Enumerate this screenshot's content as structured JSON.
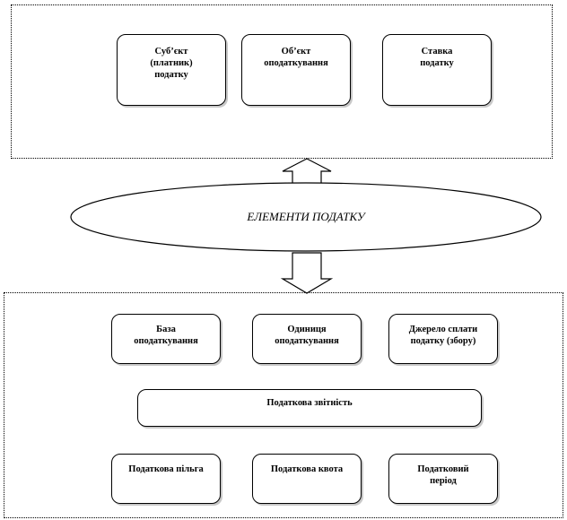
{
  "diagram": {
    "center_label": "ЕЛЕМЕНТИ ПОДАТКУ",
    "top_group": [
      {
        "label": "Суб’єкт\n(платник)\nподатку"
      },
      {
        "label": "Об’єкт\nоподаткування"
      },
      {
        "label": "Ставка\nподатку"
      }
    ],
    "bottom_group": {
      "row1": [
        {
          "label": "База\nоподаткування"
        },
        {
          "label": "Одиниця\nоподаткування"
        },
        {
          "label": "Джерело сплати\nподатку (збору)"
        }
      ],
      "row2": [
        {
          "label": "Податкова звітність"
        }
      ],
      "row3": [
        {
          "label": "Податкова пільга"
        },
        {
          "label": "Податкова квота"
        },
        {
          "label": "Податковий\nперіод"
        }
      ]
    }
  }
}
